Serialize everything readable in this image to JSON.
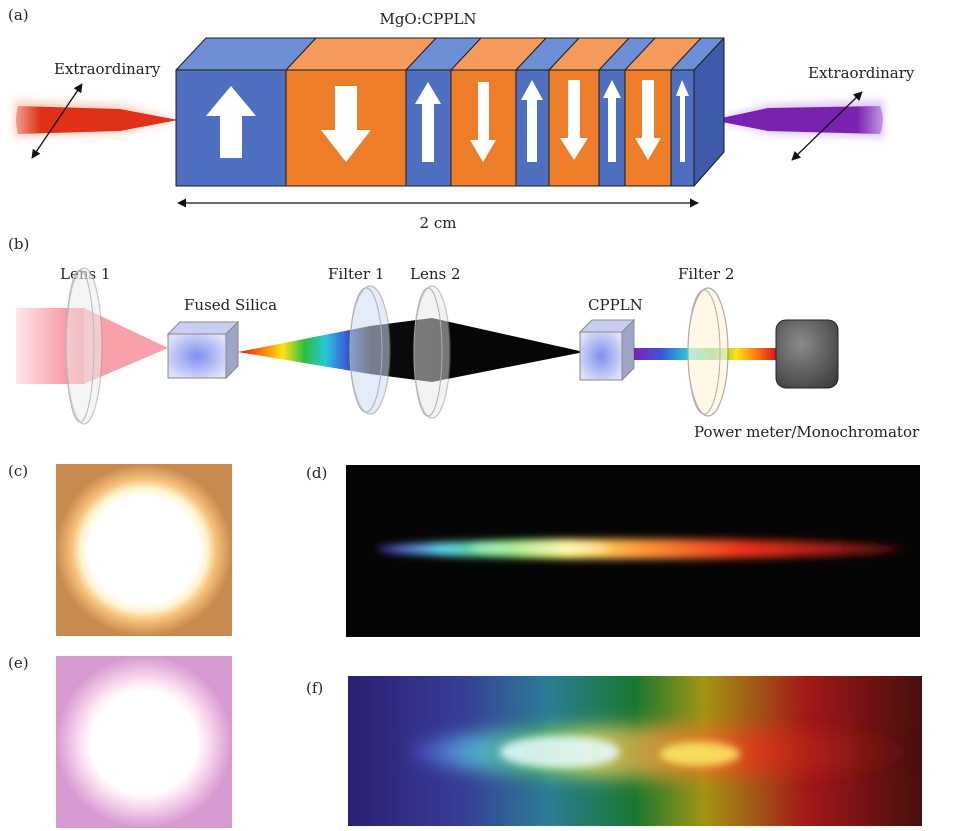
{
  "panel_a": {
    "tag": "(a)",
    "crystal_label": "MgO:CPPLN",
    "input_label": "Extraordinary",
    "output_label": "Extraordinary",
    "length_label": "2 cm",
    "domains": [
      "up",
      "down",
      "up",
      "down",
      "up",
      "down",
      "up",
      "down",
      "up"
    ],
    "colors": {
      "up_domain": "#4f70c0",
      "down_domain": "#ee7d2a",
      "input_beam": "#e03018",
      "output_beam": "#7a22b0"
    }
  },
  "panel_b": {
    "tag": "(b)",
    "lens1": "Lens 1",
    "fused_silica": "Fused Silica",
    "filter1": "Filter 1",
    "lens2": "Lens 2",
    "cpplN": "CPPLN",
    "filter2": "Filter 2",
    "detector": "Power meter/Monochromator"
  },
  "panel_c": {
    "tag": "(c)"
  },
  "panel_d": {
    "tag": "(d)"
  },
  "panel_e": {
    "tag": "(e)"
  },
  "panel_f": {
    "tag": "(f)"
  }
}
